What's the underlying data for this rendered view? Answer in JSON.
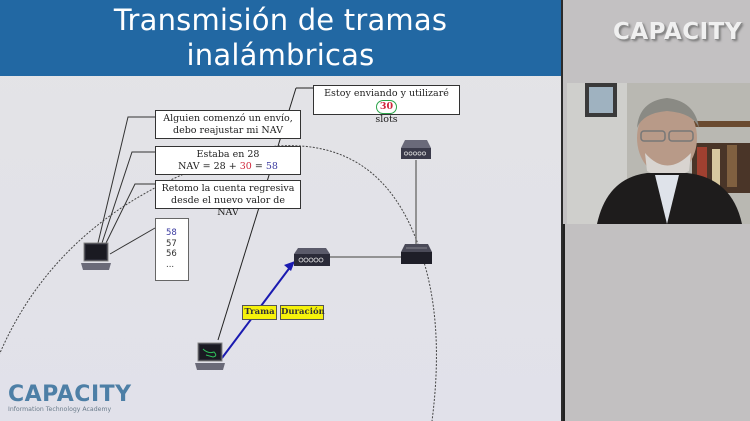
{
  "slide": {
    "title_line1": "Transmisión de tramas",
    "title_line2": "inalámbricas",
    "header_color": "#2268a3",
    "notes": [
      {
        "text_line1": "Alguien comenzó un envío,",
        "text_line2": "debo reajustar mi NAV"
      },
      {
        "text_line1": "Estaba en 28",
        "nav_prefix": "NAV = 28 + ",
        "nav_add": "30",
        "nav_eq": " = ",
        "nav_result": "58"
      },
      {
        "text_line1": "Retomo la cuenta regresiva",
        "text_line2": "desde el nuevo valor de NAV"
      }
    ],
    "sender_note": {
      "text_prefix": "Estoy enviando y utilizaré ",
      "slots_value": "30",
      "text_line2": "slots"
    },
    "countdown": [
      "58",
      "57",
      "56",
      "..."
    ],
    "frame_tags": {
      "trama": "Trama",
      "duracion": "Duración"
    },
    "accent_colors": {
      "red": "#d0283c",
      "blue": "#3a3aa0",
      "arrow": "#1a1ab0",
      "tag": "#f6f20a",
      "circle": "#2ca44a"
    }
  },
  "footer": {
    "logo": "CAPACITY",
    "tagline": "Information Technology Academy"
  },
  "sidebar": {
    "brand": "CAPACITY"
  }
}
